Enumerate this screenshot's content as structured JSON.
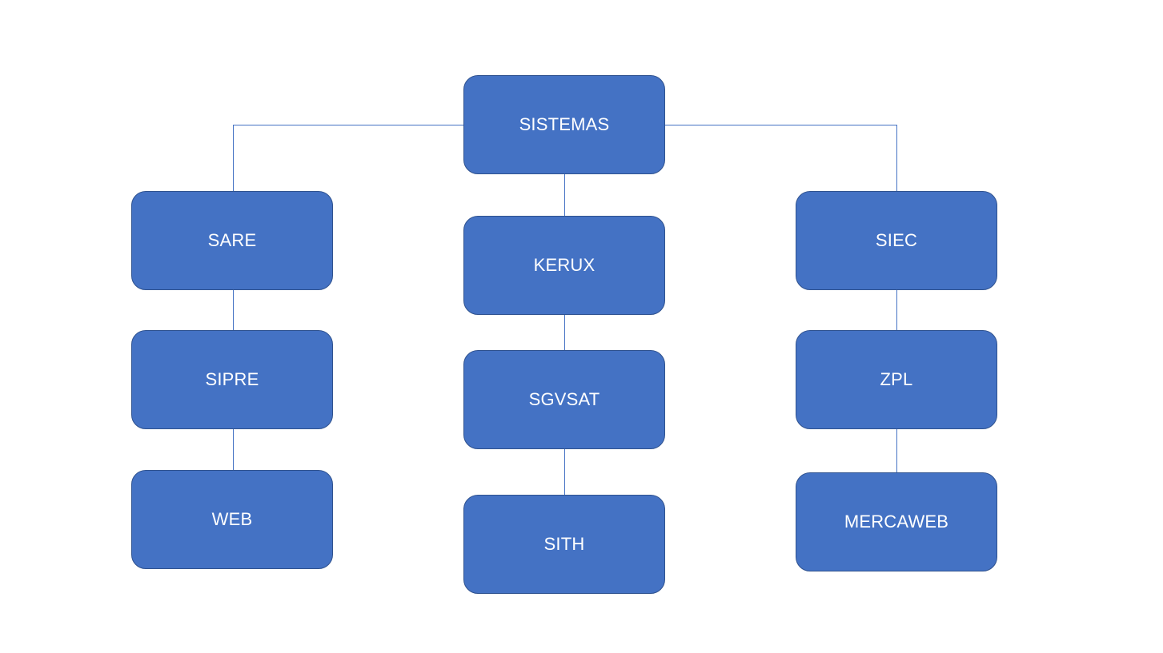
{
  "diagram": {
    "type": "hierarchy",
    "root": {
      "label": "SISTEMAS"
    },
    "branches": [
      {
        "nodes": [
          {
            "label": "SARE"
          },
          {
            "label": "SIPRE"
          },
          {
            "label": "WEB"
          }
        ]
      },
      {
        "nodes": [
          {
            "label": "KERUX"
          },
          {
            "label": "SGVSAT"
          },
          {
            "label": "SITH"
          }
        ]
      },
      {
        "nodes": [
          {
            "label": "SIEC"
          },
          {
            "label": "ZPL"
          },
          {
            "label": "MERCAWEB"
          }
        ]
      }
    ],
    "colors": {
      "node_fill": "#4472c4",
      "node_border": "#2f528f",
      "node_text": "#ffffff",
      "connector": "#4472c4"
    }
  }
}
